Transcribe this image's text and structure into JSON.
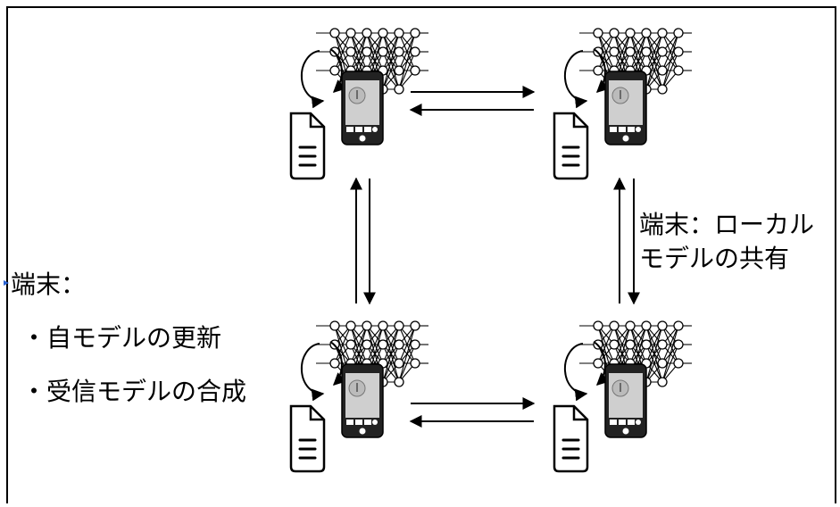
{
  "labels": {
    "share_line1": "端末：ローカル",
    "share_line2": "モデルの共有",
    "left_title": "端末：",
    "left_item1": "・自モデルの更新",
    "left_item2": "・受信モデルの合成"
  },
  "nodes": [
    {
      "id": "top-left"
    },
    {
      "id": "top-right"
    },
    {
      "id": "bottom-left"
    },
    {
      "id": "bottom-right"
    }
  ],
  "colors": {
    "stroke": "#000000",
    "phone_body": "#222222",
    "screen": "#cfcfcf",
    "accent_mark": "#2a63d4"
  }
}
